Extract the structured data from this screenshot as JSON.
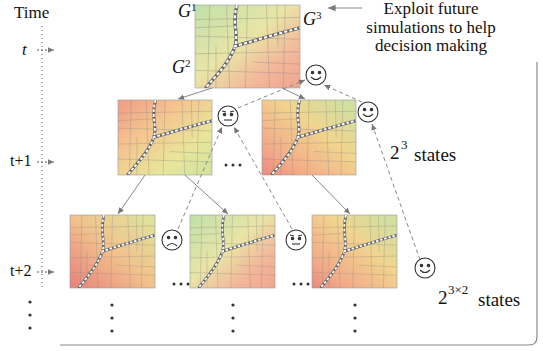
{
  "diagram": {
    "labels": [
      "Time",
      "t",
      "t+1",
      "t+2",
      "G",
      "1",
      "G",
      "2",
      "G",
      "3",
      "Exploit future simulations to help decision making",
      "2",
      "3",
      "states",
      "2",
      "3×2",
      "states"
    ]
  }
}
